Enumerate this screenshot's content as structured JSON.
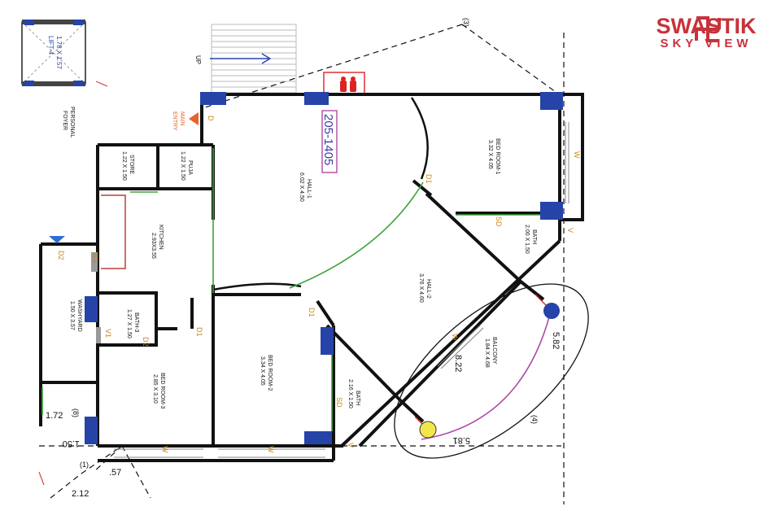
{
  "brand": {
    "name": "SWASTIK",
    "subtitle": "SKY VIEW",
    "accent_color": "#c8323a",
    "icon": "swastik-logo-icon"
  },
  "unit_label": "205-1405",
  "lift_label": "LIFT-4",
  "lift_size": "1.78 X 1.57",
  "personal_foyer_line1": "PERSONAL",
  "personal_foyer_line2": "FOYER",
  "stair_label": "UP",
  "main_entry_line1": "MAIN",
  "main_entry_line2": "ENTRY",
  "rooms": {
    "hall1_name": "HALL-1",
    "hall1_size": "6.02 X 4.50",
    "hall2_name": "HALL-2",
    "hall2_size": "3.76 X 4.60",
    "bed1_name": "BED ROOM-1",
    "bed1_size": "3.32 X 4.05",
    "bed2_name": "BED ROOM-2",
    "bed2_size": "3.34 X 4.05",
    "bed3_name": "BED ROOM-3",
    "bed3_size": "2.85 X 3.10",
    "kitchen_name": "KITCHEN",
    "kitchen_size": "2.93X3.55",
    "store_name": "STORE",
    "store_size": "1.22 X 1.50",
    "puja_name": "PUJA",
    "puja_size": "1.22 X 1.50",
    "bath_a_name": "BATH",
    "bath_a_size": "2.00 X 1.50",
    "bath_b_name": "BATH",
    "bath_b_size": "2.16 X 1.50",
    "bath3_name": "BATH-3",
    "bath3_size": "1.27 X 1.50",
    "wash_name": "WASHYARD",
    "wash_size": "1.50 X 3.57",
    "balcony_name": "BALCONY",
    "balcony_size": "1.84 X 4.68"
  },
  "openings": {
    "door": "D",
    "door1": "D1",
    "door2": "D2",
    "sliding_door": "SD",
    "window": "W",
    "window1": "W1",
    "vent": "V",
    "vent1": "V1"
  },
  "dimensions": {
    "d_582": "5.82",
    "d_581": "5.81",
    "d_822": "8.22",
    "d_172": "1.72",
    "d_150": "1.50",
    "d_57": ".57",
    "d_212": "2.12",
    "ref_3": "(3)",
    "ref_4": "(4)",
    "ref_8": "(8)",
    "ref_1": "(1)"
  }
}
